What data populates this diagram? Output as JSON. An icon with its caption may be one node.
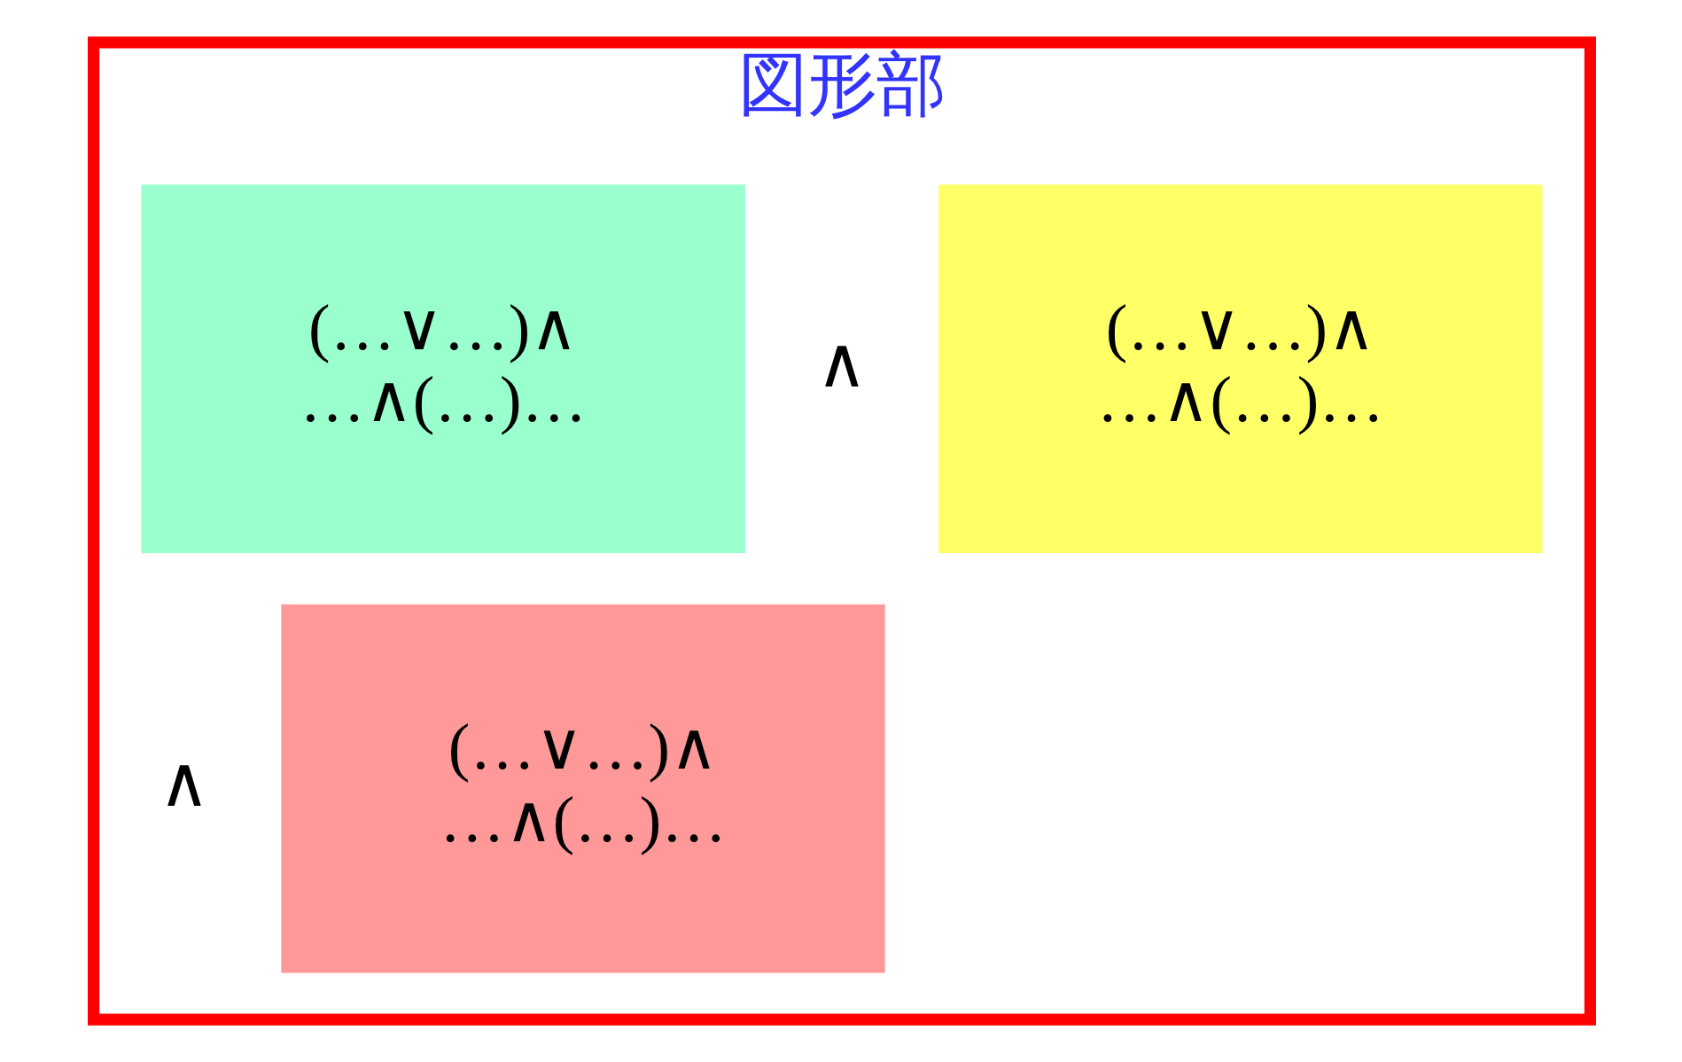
{
  "diagram": {
    "nodes": [
      {
        "text": [
          "図形部"
        ]
      },
      {
        "text": [
          "(…∨…)∧ …∧(…)…"
        ],
        "in": 0
      },
      {
        "text": [
          "(…∨…)∧ …∧(…)…"
        ],
        "in": 0
      },
      {
        "text": [
          "(…∨…)∧ …∧(…)…"
        ],
        "in": 0
      }
    ],
    "labels": [
      "∧",
      "∧"
    ]
  }
}
